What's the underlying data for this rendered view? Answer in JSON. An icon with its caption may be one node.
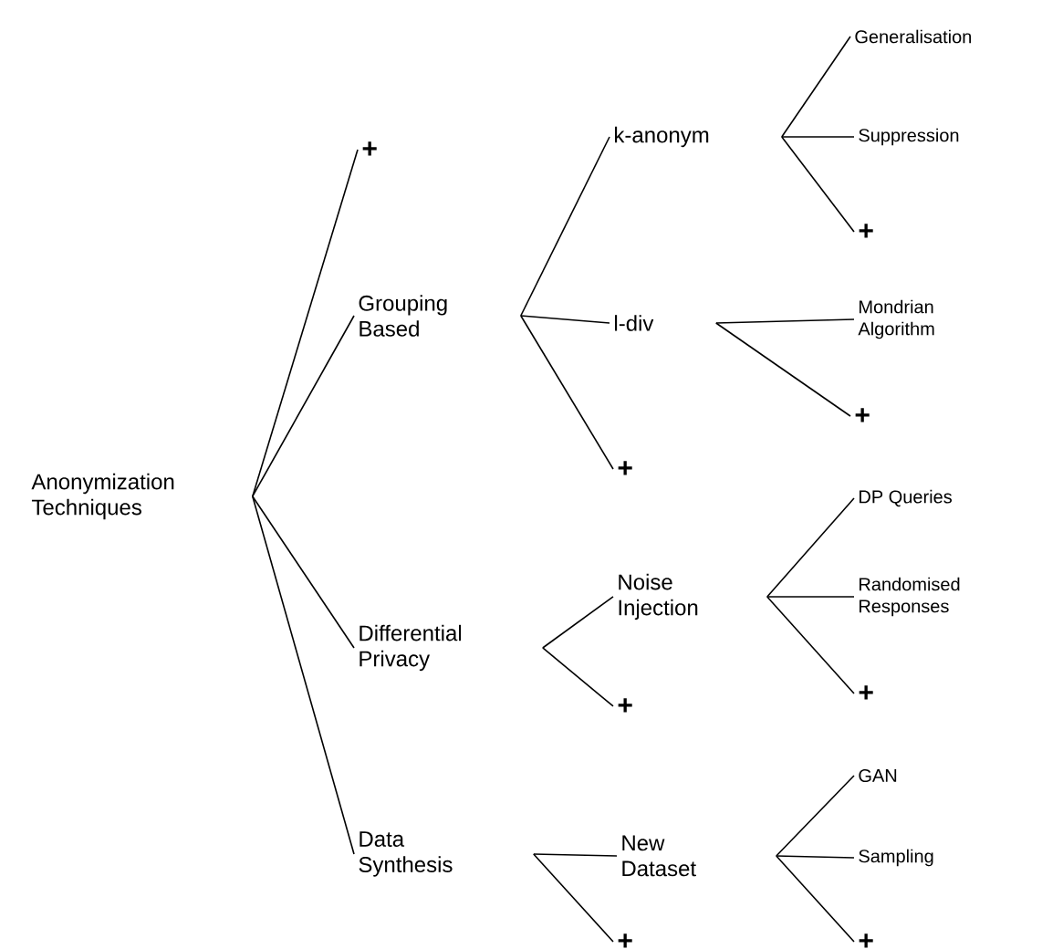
{
  "diagram": {
    "nodes": [
      {
        "text": [
          "Anonymization Techniques"
        ]
      },
      {
        "text": [
          "+"
        ]
      },
      {
        "text": [
          "Grouping Based"
        ]
      },
      {
        "text": [
          "Differential Privacy"
        ]
      },
      {
        "text": [
          "Data Synthesis"
        ]
      },
      {
        "text": [
          "k-anonym"
        ]
      },
      {
        "text": [
          "l-div"
        ]
      },
      {
        "text": [
          "+"
        ]
      },
      {
        "text": [
          "Generalisation"
        ]
      },
      {
        "text": [
          "Suppression"
        ]
      },
      {
        "text": [
          "+"
        ]
      },
      {
        "text": [
          "Mondrian Algorithm"
        ]
      },
      {
        "text": [
          "+"
        ]
      },
      {
        "text": [
          "Noise Injection"
        ]
      },
      {
        "text": [
          "+"
        ]
      },
      {
        "text": [
          "DP Queries"
        ]
      },
      {
        "text": [
          "Randomised Responses"
        ]
      },
      {
        "text": [
          "+"
        ]
      },
      {
        "text": [
          "New Dataset"
        ]
      },
      {
        "text": [
          "+"
        ]
      },
      {
        "text": [
          "GAN"
        ]
      },
      {
        "text": [
          "Sampling"
        ]
      },
      {
        "text": [
          "+"
        ]
      }
    ],
    "edges": [
      {
        "from": 0,
        "to": 1,
        "arrow": "none"
      },
      {
        "from": 0,
        "to": 2,
        "arrow": "none"
      },
      {
        "from": 0,
        "to": 3,
        "arrow": "none"
      },
      {
        "from": 0,
        "to": 4,
        "arrow": "none"
      },
      {
        "from": 2,
        "to": 5,
        "arrow": "none"
      },
      {
        "from": 2,
        "to": 6,
        "arrow": "none"
      },
      {
        "from": 2,
        "to": 7,
        "arrow": "none"
      },
      {
        "from": 5,
        "to": 8,
        "arrow": "none"
      },
      {
        "from": 5,
        "to": 9,
        "arrow": "none"
      },
      {
        "from": 5,
        "to": 10,
        "arrow": "none"
      },
      {
        "from": 6,
        "to": 11,
        "arrow": "none"
      },
      {
        "from": 6,
        "to": 12,
        "arrow": "none"
      },
      {
        "from": 3,
        "to": 13,
        "arrow": "none"
      },
      {
        "from": 3,
        "to": 14,
        "arrow": "none"
      },
      {
        "from": 13,
        "to": 15,
        "arrow": "none"
      },
      {
        "from": 13,
        "to": 16,
        "arrow": "none"
      },
      {
        "from": 13,
        "to": 17,
        "arrow": "none"
      },
      {
        "from": 4,
        "to": 18,
        "arrow": "none"
      },
      {
        "from": 4,
        "to": 19,
        "arrow": "none"
      },
      {
        "from": 18,
        "to": 20,
        "arrow": "none"
      },
      {
        "from": 18,
        "to": 21,
        "arrow": "none"
      },
      {
        "from": 18,
        "to": 22,
        "arrow": "none"
      }
    ]
  }
}
